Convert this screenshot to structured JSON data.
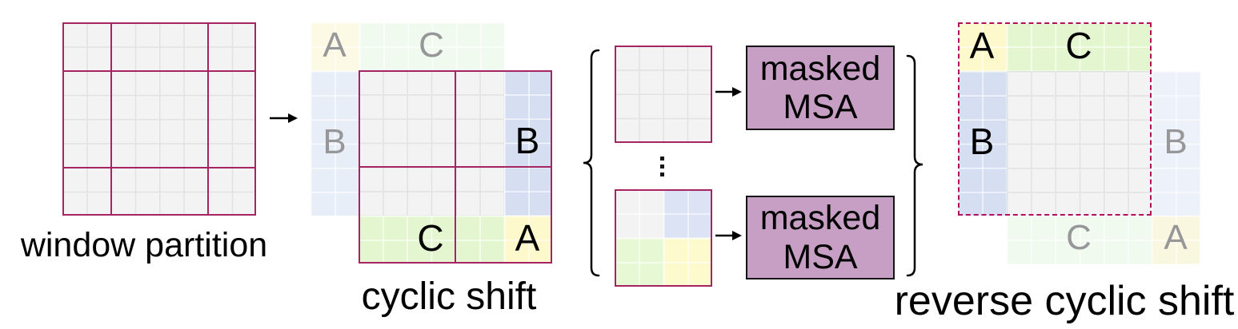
{
  "figure": {
    "stage_window_partition": {
      "label": "window partition"
    },
    "stage_cyclic_shift": {
      "label": "cyclic shift",
      "faded_regions": {
        "A": "A",
        "C": "C",
        "B": "B"
      },
      "shifted_regions": {
        "B": "B",
        "C": "C",
        "A": "A"
      }
    },
    "stage_masked_msa": {
      "top_box": {
        "line1": "masked",
        "line2": "MSA"
      },
      "bottom_box": {
        "line1": "masked",
        "line2": "MSA"
      }
    },
    "stage_reverse_cyclic_shift": {
      "label": "reverse cyclic shift",
      "restored_regions": {
        "A": "A",
        "C": "C",
        "B": "B"
      },
      "faded_regions": {
        "B": "B",
        "C": "C",
        "A": "A"
      }
    },
    "icons": {
      "arrows": [
        "arrow-right-icon",
        "arrow-right-icon",
        "arrow-right-icon"
      ],
      "left_brace": "left-curly-brace-icon",
      "right_brace": "right-curly-brace-icon",
      "ellipsis": "vertical-ellipsis-icon"
    },
    "colors": {
      "window_line_magenta": "#a52462",
      "dashed_border_magenta": "#b0105e",
      "cell_gray": "#f3f3f3",
      "cell_gridline": "#e2e2e2",
      "region_yellow_A": "#fdf9cd",
      "region_green_C": "#e4f6cf",
      "region_blue_B": "#d5dff1",
      "faded_yellow_A": "#fcfae5",
      "faded_green_C": "#f0faef",
      "faded_blue_B": "#e8eef8",
      "faded_letter_gray": "#97979a",
      "msa_box_fill": "#c79fc5",
      "msa_box_border": "#141414"
    }
  }
}
